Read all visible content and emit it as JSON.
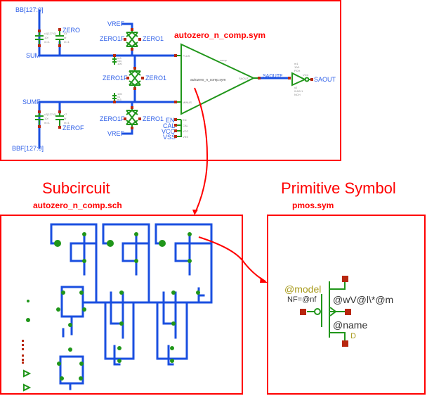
{
  "top_panel": {
    "title": "autozero_n_comp.sym",
    "nets": {
      "bb": "BB[127:0]",
      "bbf": "BBF[127:0]",
      "sum": "SUM",
      "sumf": "SUMF",
      "zero": "ZERO",
      "zerof": "ZEROF",
      "vref_top": "VREF",
      "vref_bottom": "VREF",
      "zero1f_1": "ZERO1F",
      "zero1_1": "ZERO1",
      "zero1f_2": "ZERO1F",
      "zero1_2": "ZERO1",
      "zero1f_3": "ZERO1F",
      "zero1_3": "ZERO1",
      "en": "EN",
      "cal": "CAL",
      "vcc": "VCC",
      "vss": "VSS",
      "saoutf": "SAOUTF",
      "saout": "SAOUT"
    },
    "comparator": {
      "label": "autozero_n_comp.sym",
      "inst": "comp",
      "pins": [
        "PLUS",
        "MINUS",
        "EN",
        "CAL",
        "VCC",
        "VSS",
        "SAOUT"
      ]
    },
    "caps": [
      {
        "name": "c1[127:0]",
        "value": "10f",
        "m": "m=1"
      },
      {
        "name": "c3",
        "value": "5f",
        "m": "m=1"
      },
      {
        "name": "c2[127:0]",
        "value": "10f",
        "m": "m=1"
      },
      {
        "name": "c7",
        "value": "5f",
        "m": "m=1"
      }
    ],
    "inverter": {
      "p_inst": "m1",
      "p_size": "10/1",
      "p_type": "PCH",
      "n_inst": "x2",
      "n_size": "0.6/0.1",
      "n_type": "NCH",
      "vcc": "VCC"
    },
    "small_devices": [
      {
        "l1": "m3",
        "l2": "x11",
        "l3": "100"
      },
      {
        "l1": "100",
        "l2": "x1",
        "l3": "m3"
      }
    ]
  },
  "subcircuit_panel": {
    "heading": "Subcircuit",
    "file": "autozero_n_comp.sch"
  },
  "primitive_panel": {
    "heading": "Primitive Symbol",
    "file": "pmos.sym",
    "model_label": "@model",
    "nf_label": "NF=@nf",
    "size_label": "@wV@l\\*@m",
    "name_label": "@name",
    "drain_label": "D"
  },
  "colors": {
    "frame": "#ff0000",
    "wire": "#1a4fe0",
    "symbol": "#20961a",
    "pin": "#b8270f",
    "net_label": "#2e5fe8",
    "attribute": "#a89a1a"
  }
}
